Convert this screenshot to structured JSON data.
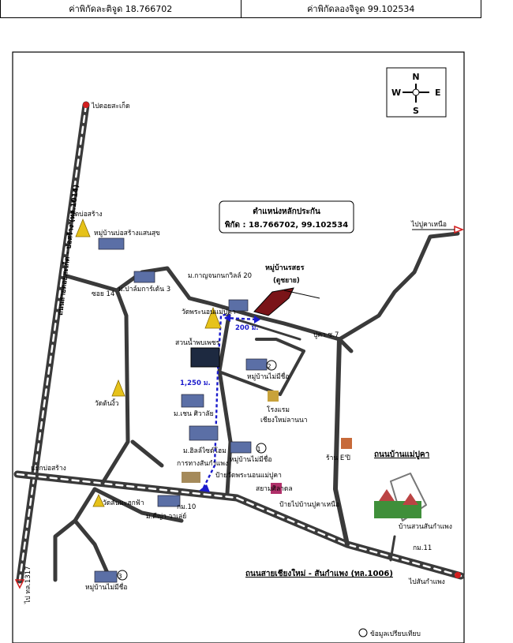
{
  "header": {
    "latitude_text": "ค่าพิกัดละติจูด 18.766702",
    "longitude_text": "ค่าพิกัดลองจิจูด 99.102534"
  },
  "compass": {
    "north": "N",
    "south": "S",
    "east": "E",
    "west": "W"
  },
  "callout": {
    "title": "ตำแหน่งหลักประกัน",
    "coords": "พิกัด : 18.766702, 99.102534"
  },
  "labels": {
    "to_doi_saket": "ไปดอยสะเก็ด",
    "road_1014": "ถนนสายดอยสะเก็ด - บ่อสร้าง (ทล.1014)",
    "wat_bo_sang": "วัดบ่อสร้าง",
    "vill_bo_sang": "หมู่บ้านบ่อสร้างแสนสุข",
    "soi_14": "ซอย 14",
    "m_palm": "ม.ปาล์มการ์เด้น 3",
    "m_kanchanakan": "ม.กาญจนกนกวิลล์ 20",
    "vill_rot": "หมู่บ้านรสธร",
    "vill_rot_sub": "(ดูชยาย)",
    "to_pu_kha_nuea": "ไปปูคาเหนือ",
    "wat_phra_non": "วัดพระนอนแม่ปูคา",
    "dist_200": "200 ม.",
    "pu_kha_7": "ปูคา ซ.7",
    "park": "สวนน้ำพบเพชร",
    "vill2": "หมู่บ้านไม่มีชื่อ",
    "num2": "2",
    "dist_1250": "1,250 ม.",
    "hotel": "โรงแรม",
    "hotel2": "เชียงใหม่ลานนา",
    "wat_ton_ngio": "วัดต้นงิ้ว",
    "m_shen": "ม.เชน ศิวาลัย",
    "m_silver": "ม.ฮิลล์ไซด์โฮม",
    "sankamphaeng_way": "การทางสันกำแพง",
    "vill1": "หมู่บ้านไม่มีชื่อ",
    "num1": "1",
    "shop": "ร้าน E'ปิ",
    "road_mae_pu_kha": "ถนนบ้านแม่ปูคา",
    "junction": "แยกบ่อสร้าง",
    "sign_wat": "ป้ายวัดพระนอนแม่ปูคา",
    "siam_silk": "สยามศิลาดล",
    "wat_san_ma": "วัดสันมะฮกฟ้า",
    "km10": "กม.10",
    "m_diva": "ม.ดีญ่า วาเล่ย์",
    "sign_pu_kha": "ป้ายไปบ้านปูคาเหนือ",
    "vill_san_kamphaeng": "บ้านสวนสันกำแพง",
    "km11": "กม.11",
    "road_1006": "ถนนสายเชียงใหม่ - สันกำแพง (ทล.1006)",
    "to_san_kamphaeng": "ไปสันกำแพง",
    "to_1317": "ไป ทล.1317",
    "vill3": "หมู่บ้านไม่มีชื่อ",
    "num3": "3",
    "legend": "ข้อมูลเปรียบเทียบ"
  },
  "colors": {
    "road": "#3a3a3a",
    "route": "#1a1acc",
    "property": "#7a1418",
    "arrow": "#d21e1e"
  }
}
